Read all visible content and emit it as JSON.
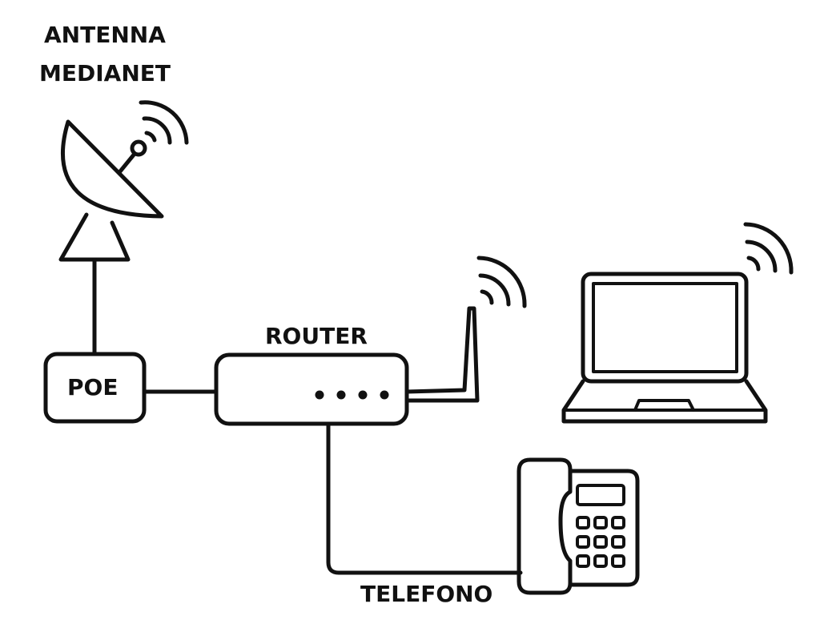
{
  "labels": {
    "antenna_line1": "ANTENNA",
    "antenna_line2": "MEDIANET",
    "poe": "POE",
    "router": "ROUTER",
    "telefono": "TELEFONO"
  },
  "colors": {
    "stroke": "#111111",
    "background": "#ffffff"
  },
  "icons": [
    "satellite-dish-icon",
    "wifi-signal-icon",
    "router-icon",
    "laptop-icon",
    "desk-phone-icon"
  ]
}
